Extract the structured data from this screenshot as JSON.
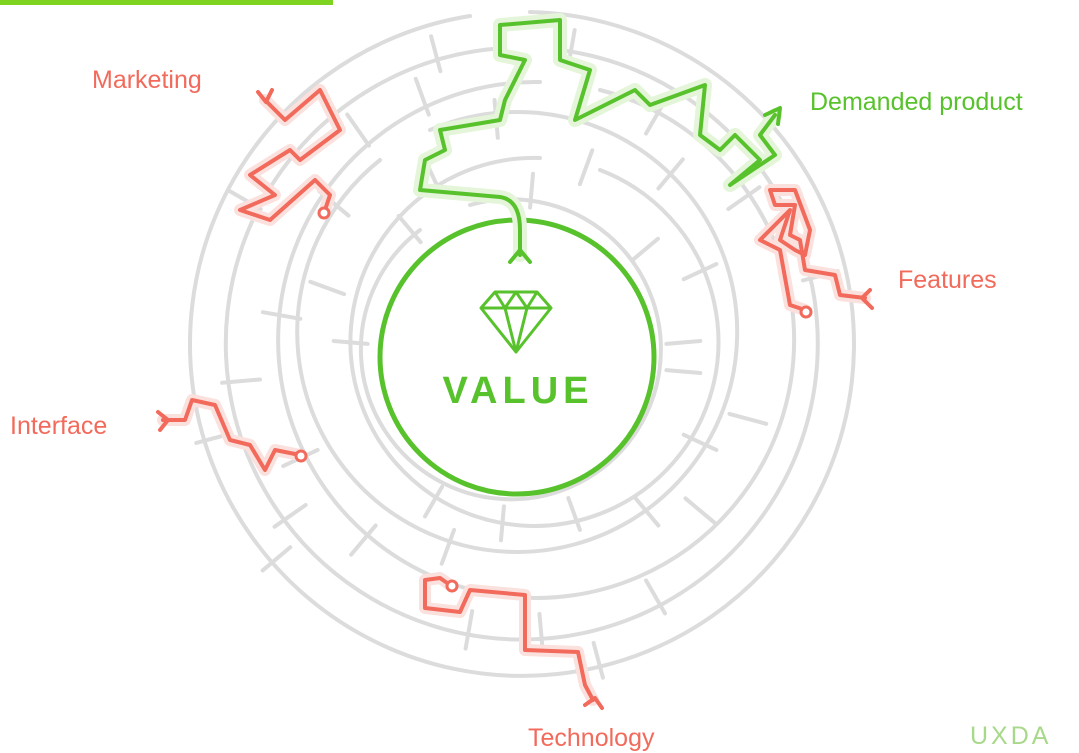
{
  "center": {
    "label": "VALUE",
    "icon": "diamond-icon"
  },
  "goal": {
    "label": "Demanded product"
  },
  "dead_ends": [
    {
      "key": "marketing",
      "label": "Marketing"
    },
    {
      "key": "features",
      "label": "Features"
    },
    {
      "key": "interface",
      "label": "Interface"
    },
    {
      "key": "technology",
      "label": "Technology"
    }
  ],
  "brand": "UXDA",
  "colors": {
    "accent_green": "#58c22c",
    "dead_end_red": "#f26a5b",
    "maze_grey": "#dcdcdc",
    "brand_light_green": "#a8d98a"
  }
}
